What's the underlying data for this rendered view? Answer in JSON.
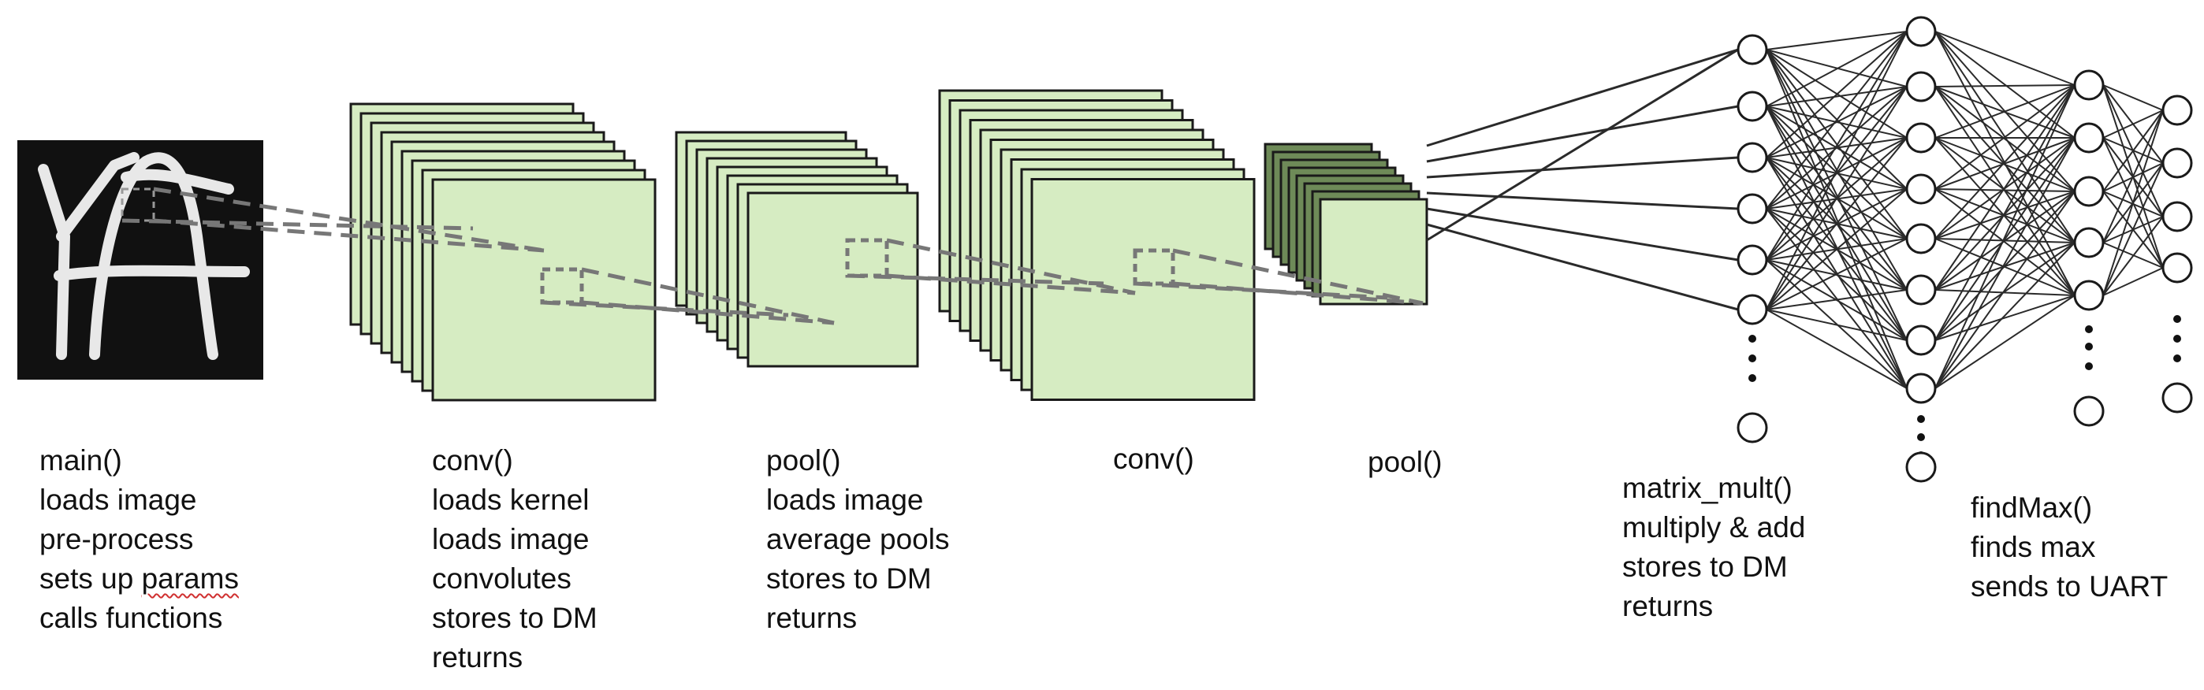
{
  "diagram": {
    "layers": [
      {
        "function": "main()",
        "steps": [
          "loads image",
          "pre-process",
          "sets up params",
          "calls functions"
        ]
      },
      {
        "function": "conv()",
        "steps": [
          "loads kernel",
          "loads image",
          "convolutes",
          "stores to DM",
          "returns"
        ]
      },
      {
        "function": "pool()",
        "steps": [
          "loads image",
          "average pools",
          "stores to DM",
          "returns"
        ]
      },
      {
        "function": "conv()",
        "steps": []
      },
      {
        "function": "pool()",
        "steps": []
      },
      {
        "function": "matrix_mult()",
        "steps": [
          "multiply & add",
          "stores to DM",
          "returns"
        ]
      },
      {
        "function": "findMax()",
        "steps": [
          "finds max",
          "sends to UART"
        ]
      }
    ]
  },
  "colors": {
    "feature_map_fill": "#d6ecc2",
    "feature_map_dark_fill": "#6e8a58",
    "stroke": "#1a1a1a",
    "dash": "#777777",
    "input_background": "#111111",
    "input_glyph": "#e8e8e8"
  }
}
